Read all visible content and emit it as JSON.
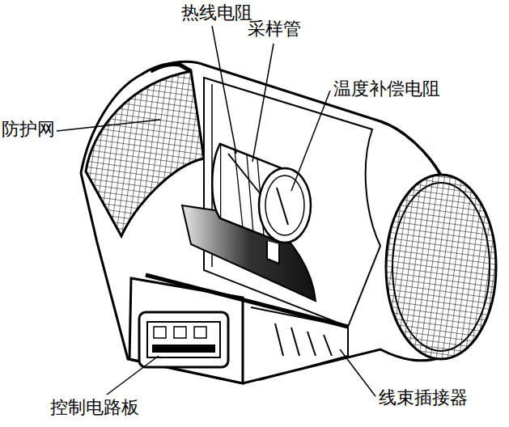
{
  "diagram": {
    "labels": [
      "热线电阻",
      "采样管",
      "温度补偿电阻",
      "防护网",
      "控制电路板",
      "线束插接器"
    ]
  }
}
